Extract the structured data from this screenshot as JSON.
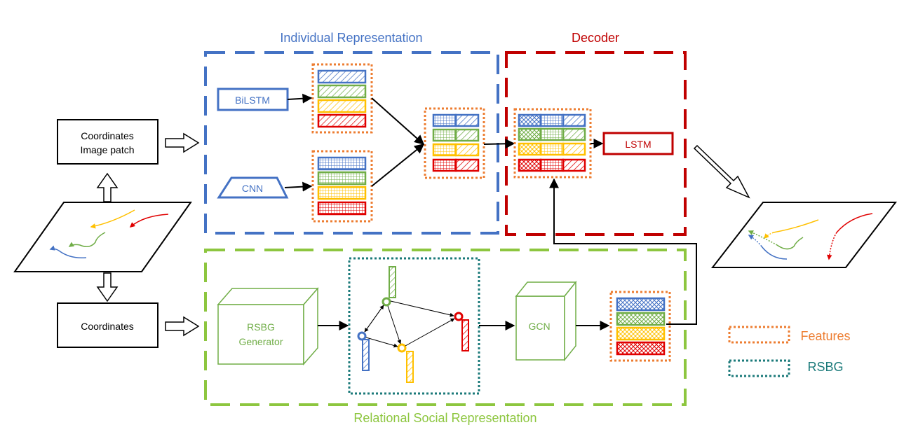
{
  "regions": {
    "individual": "Individual Representation",
    "decoder": "Decoder",
    "relational": "Relational Social Representation"
  },
  "inputs": {
    "coords_image": [
      "Coordinates",
      "Image patch"
    ],
    "coords": "Coordinates"
  },
  "modules": {
    "bilstm": "BiLSTM",
    "cnn": "CNN",
    "lstm": "LSTM",
    "rsbg_generator": [
      "RSBG",
      "Generator"
    ],
    "gcn": "GCN"
  },
  "legend": {
    "features": "Features",
    "rsbg": "RSBG"
  },
  "colors": {
    "individual": "#4472c4",
    "decoder": "#c00000",
    "relational": "#8dc63f",
    "features": "#ed7d31",
    "rsbg": "#1b7a7a",
    "blue": "#4472c4",
    "green": "#70ad47",
    "yellow": "#ffc000",
    "red": "#e00000"
  }
}
